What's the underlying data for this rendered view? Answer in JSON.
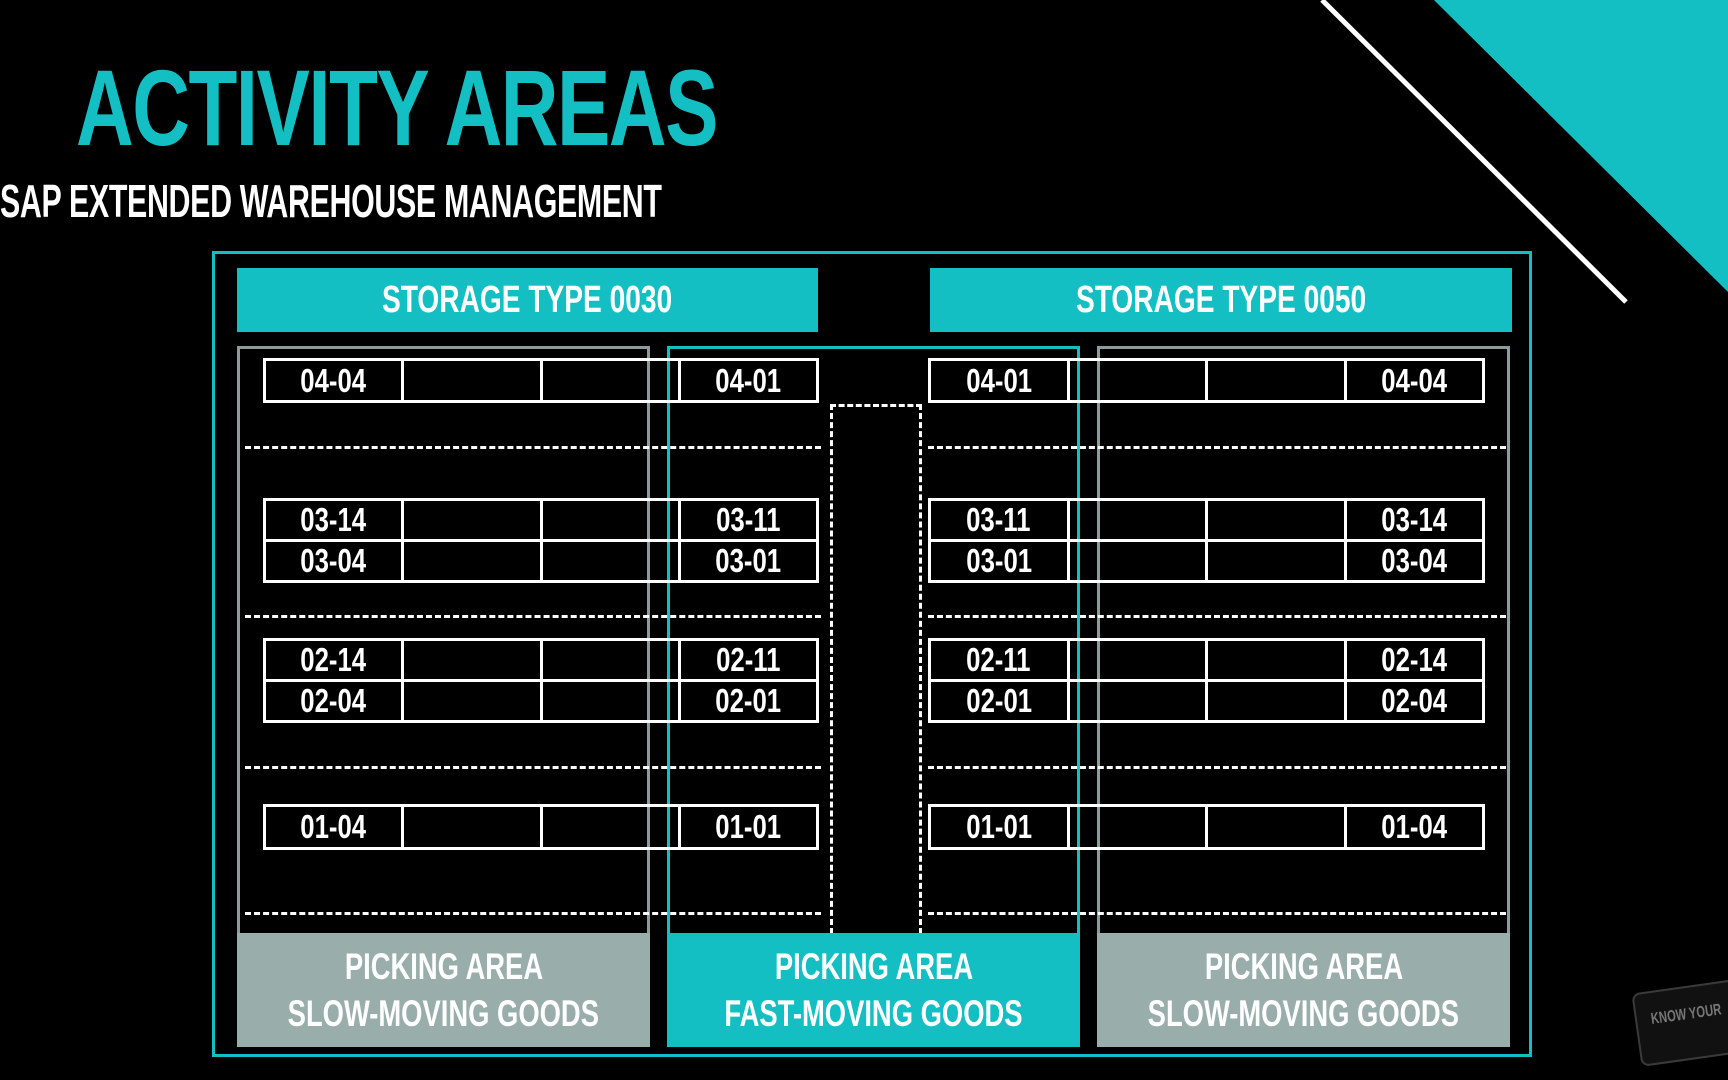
{
  "title": "ACTIVITY AREAS",
  "subtitle": "SAP EXTENDED WAREHOUSE MANAGEMENT",
  "colors": {
    "accent": "#14bfc4",
    "slow_zone": "#99aeaa",
    "background": "#000000",
    "line": "#ffffff"
  },
  "storage_types": [
    {
      "label": "STORAGE TYPE 0030"
    },
    {
      "label": "STORAGE TYPE 0050"
    }
  ],
  "bins": {
    "left": {
      "aisle4": [
        "04-04",
        "",
        "",
        "04-01"
      ],
      "aisle3": [
        [
          "03-14",
          "",
          "",
          "03-11"
        ],
        [
          "03-04",
          "",
          "",
          "03-01"
        ]
      ],
      "aisle2": [
        [
          "02-14",
          "",
          "",
          "02-11"
        ],
        [
          "02-04",
          "",
          "",
          "02-01"
        ]
      ],
      "aisle1": [
        "01-04",
        "",
        "",
        "01-01"
      ]
    },
    "right": {
      "aisle4": [
        "04-01",
        "",
        "",
        "04-04"
      ],
      "aisle3": [
        [
          "03-11",
          "",
          "",
          "03-14"
        ],
        [
          "03-01",
          "",
          "",
          "03-04"
        ]
      ],
      "aisle2": [
        [
          "02-11",
          "",
          "",
          "02-14"
        ],
        [
          "02-01",
          "",
          "",
          "02-04"
        ]
      ],
      "aisle1": [
        "01-01",
        "",
        "",
        "01-04"
      ]
    }
  },
  "areas": [
    {
      "line1": "PICKING AREA",
      "line2": "SLOW-MOVING GOODS"
    },
    {
      "line1": "PICKING AREA",
      "line2": "FAST-MOVING GOODS"
    },
    {
      "line1": "PICKING AREA",
      "line2": "SLOW-MOVING GOODS"
    }
  ],
  "logo": {
    "text": "KNOW YOUR"
  }
}
